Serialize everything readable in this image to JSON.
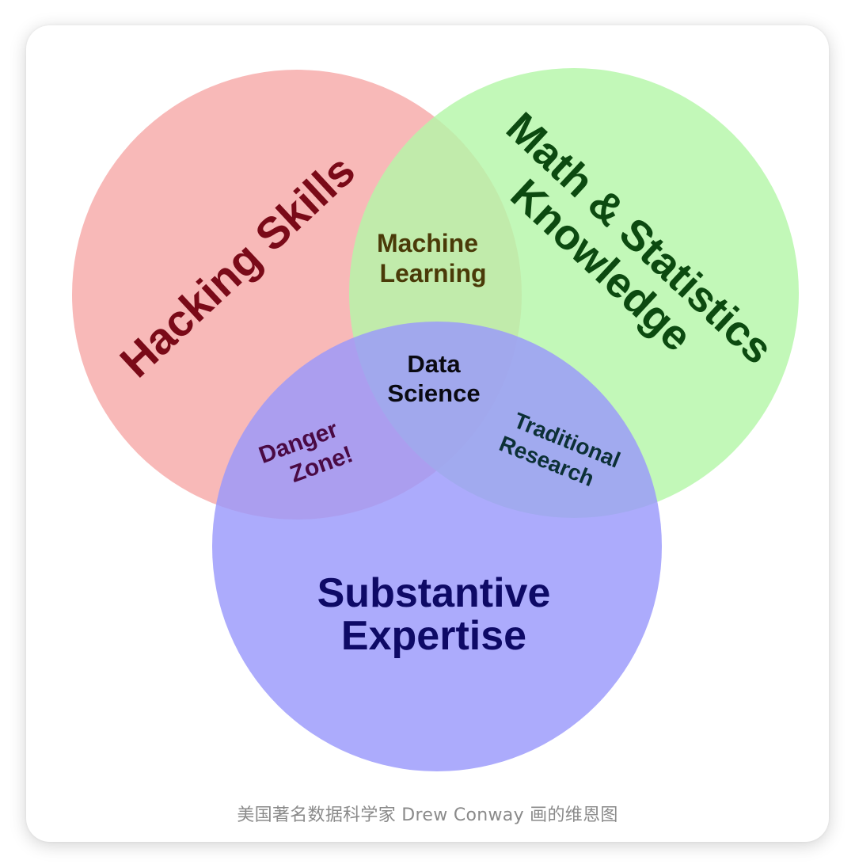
{
  "diagram": {
    "sets": [
      {
        "id": "hacking",
        "label": "Hacking Skills",
        "color": "#f7a9a8",
        "text_color": "#7a0a18"
      },
      {
        "id": "math",
        "label_lines": [
          "Math & Statistics",
          "Knowledge"
        ],
        "color": "#b4f7a8",
        "text_color": "#0c4a10"
      },
      {
        "id": "expertise",
        "label_lines": [
          "Substantive",
          "Expertise"
        ],
        "color": "#9a98fb",
        "text_color": "#0e0a66"
      }
    ],
    "intersections": {
      "machine_learning": [
        "Machine",
        "Learning"
      ],
      "danger_zone": [
        "Danger",
        "Zone!"
      ],
      "traditional_research": [
        "Traditional",
        "Research"
      ],
      "data_science": [
        "Data",
        "Science"
      ]
    }
  },
  "caption": "美国著名数据科学家 Drew Conway 画的维恩图"
}
